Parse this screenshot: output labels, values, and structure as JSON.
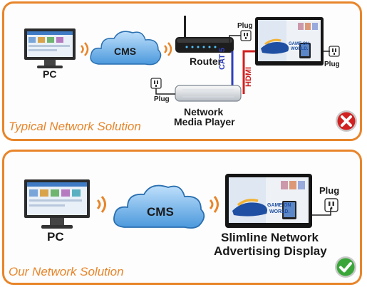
{
  "typical": {
    "caption": "Typical Network Solution",
    "pc_label": "PC",
    "cms_label": "CMS",
    "router_label": "Router",
    "player_label_line1": "Network",
    "player_label_line2": "Media Player",
    "plug_labels": [
      "Plug",
      "Plug",
      "Plug"
    ],
    "cable_cat5": "CAT 5",
    "cable_hdmi": "HDMI",
    "status_icon": "red-x-icon",
    "colors": {
      "cat5": "#2f3fbf",
      "hdmi": "#d02020"
    }
  },
  "ours": {
    "caption": "Our Network Solution",
    "pc_label": "PC",
    "cms_label": "CMS",
    "display_label_line1": "Slimline Network",
    "display_label_line2": "Advertising Display",
    "plug_label": "Plug",
    "status_icon": "green-check-icon"
  },
  "screen_ad": {
    "headline_line1": "GAME ON",
    "headline_line2": "WORLD."
  },
  "colors": {
    "accent": "#e8852a",
    "cloud": "#5aa8e6",
    "wifi": "#e8852a"
  }
}
